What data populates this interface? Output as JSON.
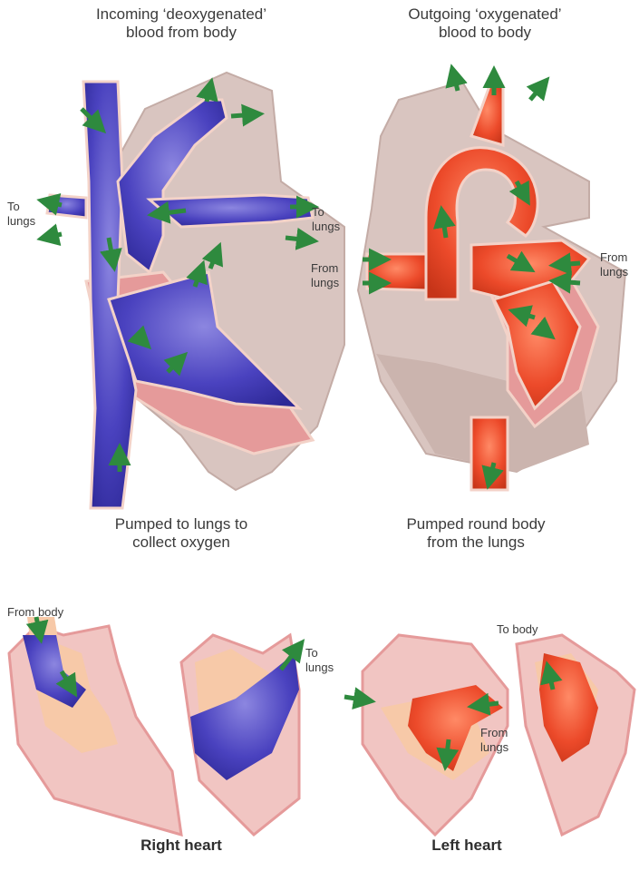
{
  "top": {
    "right_heart": {
      "caption_top": [
        "Incoming ‘deoxygenated’",
        "blood from body"
      ],
      "caption_bottom": [
        "Pumped to lungs to",
        "collect oxygen"
      ],
      "left_label": [
        "To",
        "lungs"
      ],
      "right_label": [
        "To",
        "lungs"
      ]
    },
    "left_heart": {
      "caption_top": [
        "Outgoing ‘oxygenated’",
        "blood to body"
      ],
      "caption_bottom": [
        "Pumped round body",
        "from the lungs"
      ],
      "left_label": [
        "From",
        "lungs"
      ],
      "right_label": [
        "From",
        "lungs"
      ]
    }
  },
  "bottom": {
    "from_body": "From body",
    "to_lungs": [
      "To",
      "lungs"
    ],
    "to_body": "To body",
    "from_lungs": [
      "From",
      "lungs"
    ],
    "right_heart_title": "Right heart",
    "left_heart_title": "Left heart"
  },
  "colors": {
    "deoxygenated": "#3a35b0",
    "oxygenated": "#e8462a",
    "heart_tissue": "#d9c5c0",
    "muscle": "#e59a9a",
    "arrow": "#2e8a3e"
  }
}
